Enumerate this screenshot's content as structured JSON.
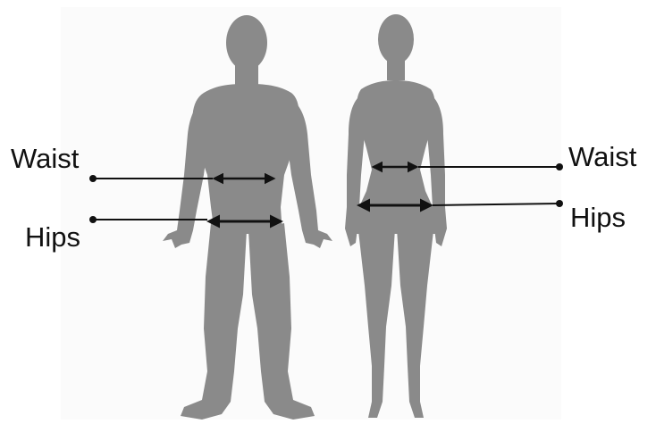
{
  "labels": {
    "male_waist": "Waist",
    "male_hips": "Hips",
    "female_waist": "Waist",
    "female_hips": "Hips"
  },
  "colors": {
    "silhouette": "#8a8a8a",
    "lines": "#111111",
    "text": "#111111",
    "background": "#ffffff"
  }
}
